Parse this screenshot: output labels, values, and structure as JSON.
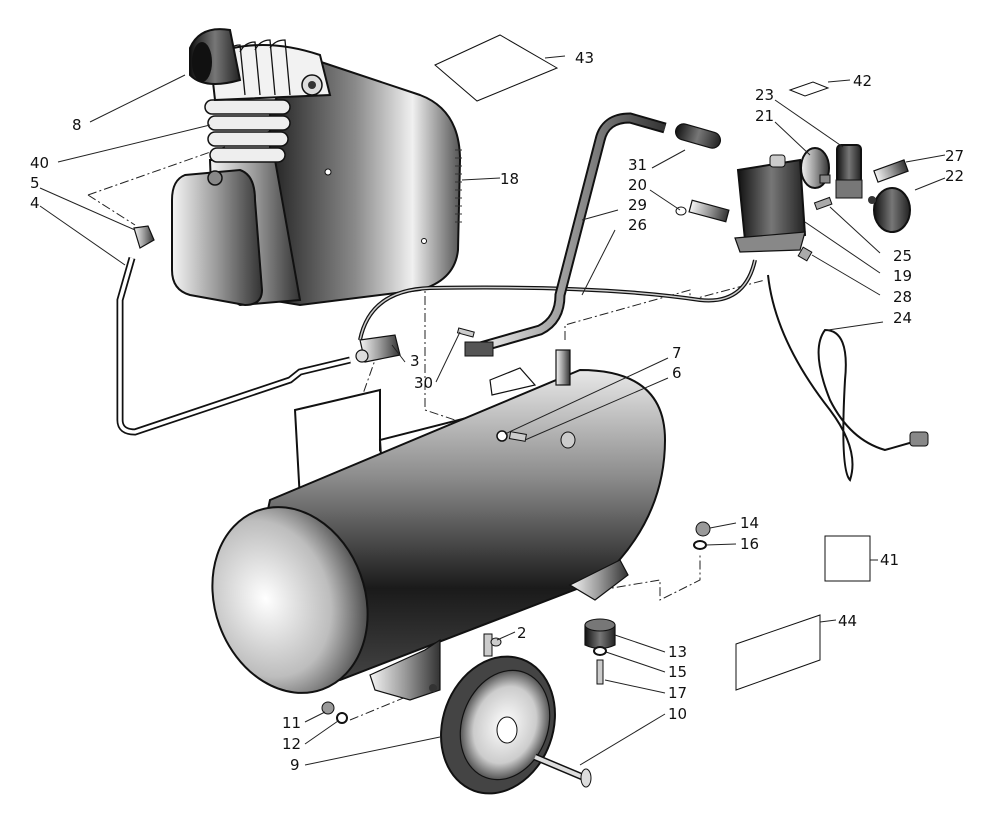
{
  "diagram": {
    "title": "Air compressor exploded parts view",
    "callouts": [
      {
        "id": "c2",
        "label": "2",
        "part": "drain valve"
      },
      {
        "id": "c3",
        "label": "3",
        "part": "tee fitting"
      },
      {
        "id": "c4",
        "label": "4",
        "part": "delivery pipe"
      },
      {
        "id": "c5",
        "label": "5",
        "part": "elbow fitting"
      },
      {
        "id": "c6",
        "label": "6",
        "part": "screw"
      },
      {
        "id": "c7",
        "label": "7",
        "part": "washer"
      },
      {
        "id": "c8",
        "label": "8",
        "part": "air filter"
      },
      {
        "id": "c9",
        "label": "9",
        "part": "wheel"
      },
      {
        "id": "c10",
        "label": "10",
        "part": "wheel axle bolt"
      },
      {
        "id": "c11",
        "label": "11",
        "part": "nut"
      },
      {
        "id": "c12",
        "label": "12",
        "part": "washer"
      },
      {
        "id": "c13",
        "label": "13",
        "part": "rubber foot"
      },
      {
        "id": "c14",
        "label": "14",
        "part": "nut"
      },
      {
        "id": "c15",
        "label": "15",
        "part": "washer"
      },
      {
        "id": "c16",
        "label": "16",
        "part": "washer"
      },
      {
        "id": "c17",
        "label": "17",
        "part": "screw"
      },
      {
        "id": "c18",
        "label": "18",
        "part": "belt guard / shroud"
      },
      {
        "id": "c19",
        "label": "19",
        "part": "pressure switch"
      },
      {
        "id": "c20",
        "label": "20",
        "part": "unloader fitting"
      },
      {
        "id": "c21",
        "label": "21",
        "part": "pressure gauge"
      },
      {
        "id": "c22",
        "label": "22",
        "part": "pressure gauge"
      },
      {
        "id": "c23",
        "label": "23",
        "part": "pressure regulator"
      },
      {
        "id": "c24",
        "label": "24",
        "part": "power cord"
      },
      {
        "id": "c25",
        "label": "25",
        "part": "safety valve fitting"
      },
      {
        "id": "c26",
        "label": "26",
        "part": "unloader tube"
      },
      {
        "id": "c27",
        "label": "27",
        "part": "quick coupler"
      },
      {
        "id": "c28",
        "label": "28",
        "part": "plug"
      },
      {
        "id": "c29",
        "label": "29",
        "part": "handle"
      },
      {
        "id": "c30",
        "label": "30",
        "part": "screw"
      },
      {
        "id": "c31",
        "label": "31",
        "part": "handle grip"
      },
      {
        "id": "c40",
        "label": "40",
        "part": "cylinder head"
      },
      {
        "id": "c41",
        "label": "41",
        "part": "label"
      },
      {
        "id": "c42",
        "label": "42",
        "part": "label"
      },
      {
        "id": "c43",
        "label": "43",
        "part": "label"
      },
      {
        "id": "c44",
        "label": "44",
        "part": "label"
      }
    ]
  }
}
